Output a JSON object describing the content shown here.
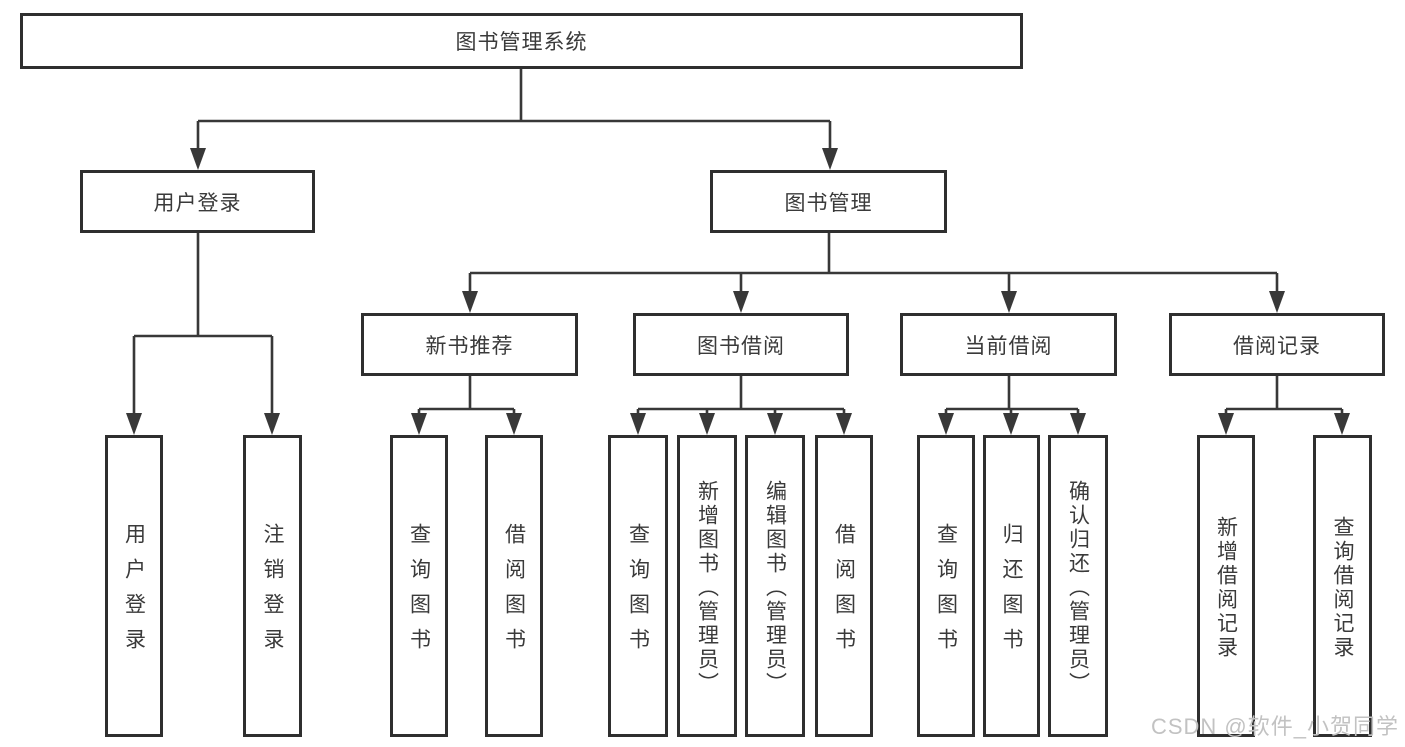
{
  "colors": {
    "line": "#383838",
    "text": "#3a3a3a",
    "border": "#2f2f2f",
    "background": "#ffffff",
    "watermark": "#c2c2c2"
  },
  "watermark": {
    "text": "CSDN @软件_小贺同学"
  },
  "tree": {
    "root": {
      "label": "图书管理系统"
    },
    "branches": [
      {
        "label": "用户登录",
        "children": [
          {
            "label": "用户登录"
          },
          {
            "label": "注销登录"
          }
        ]
      },
      {
        "label": "图书管理",
        "groups": [
          {
            "label": "新书推荐",
            "children": [
              {
                "label": "查询图书"
              },
              {
                "label": "借阅图书"
              }
            ]
          },
          {
            "label": "图书借阅",
            "children": [
              {
                "label": "查询图书"
              },
              {
                "label": "新增图书（管理员）"
              },
              {
                "label": "编辑图书（管理员）"
              },
              {
                "label": "借阅图书"
              }
            ]
          },
          {
            "label": "当前借阅",
            "children": [
              {
                "label": "查询图书"
              },
              {
                "label": "归还图书"
              },
              {
                "label": "确认归还（管理员）"
              }
            ]
          },
          {
            "label": "借阅记录",
            "children": [
              {
                "label": "新增借阅记录"
              },
              {
                "label": "查询借阅记录"
              }
            ]
          }
        ]
      }
    ]
  }
}
